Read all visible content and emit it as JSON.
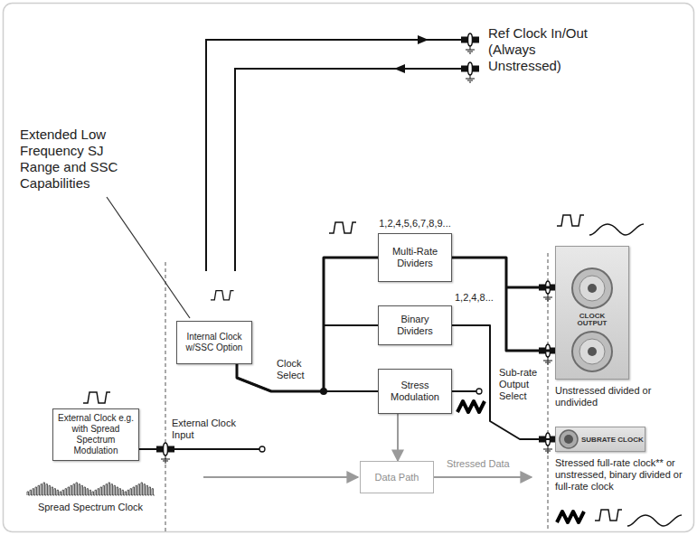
{
  "diagram": {
    "nodes": [
      {
        "text": [
          "External Clock e.g. with Spread Spectrum Modulation"
        ]
      },
      {
        "text": [
          "Internal Clock w/SSC Option"
        ]
      },
      {
        "text": [
          "1,2,4,5,6,7,8,9...",
          "Multi-Rate Dividers"
        ]
      },
      {
        "text": [
          "1,2,4,8...",
          "Binary Dividers"
        ]
      },
      {
        "text": [
          "Stress Modulation"
        ]
      },
      {
        "text": [
          "Data Path"
        ]
      },
      {
        "text": [
          "CLOCK OUTPUT"
        ]
      },
      {
        "text": [
          "SUBRATE CLOCK"
        ]
      }
    ],
    "edges": [
      {
        "from": 1,
        "to": 2,
        "arrow": "none"
      },
      {
        "from": 1,
        "to": 3,
        "arrow": "none"
      },
      {
        "from": 1,
        "to": 4,
        "arrow": "none"
      },
      {
        "from": 2,
        "to": 6,
        "arrow": "none"
      },
      {
        "from": 3,
        "to": 7,
        "arrow": "none"
      },
      {
        "from": 4,
        "to": 5,
        "arrow": "to"
      }
    ],
    "labels": [
      "Ref Clock In/Out (Always Unstressed)",
      "Extended Low Frequency SJ Range and SSC Capabilities",
      "External Clock Input",
      "Spread Spectrum Clock",
      "Clock Select",
      "Sub-rate Output Select",
      "Unstressed divided or undivided",
      "Stressed full-rate clock** or unstressed, binary divided or full-rate clock",
      "Stressed Data"
    ]
  }
}
